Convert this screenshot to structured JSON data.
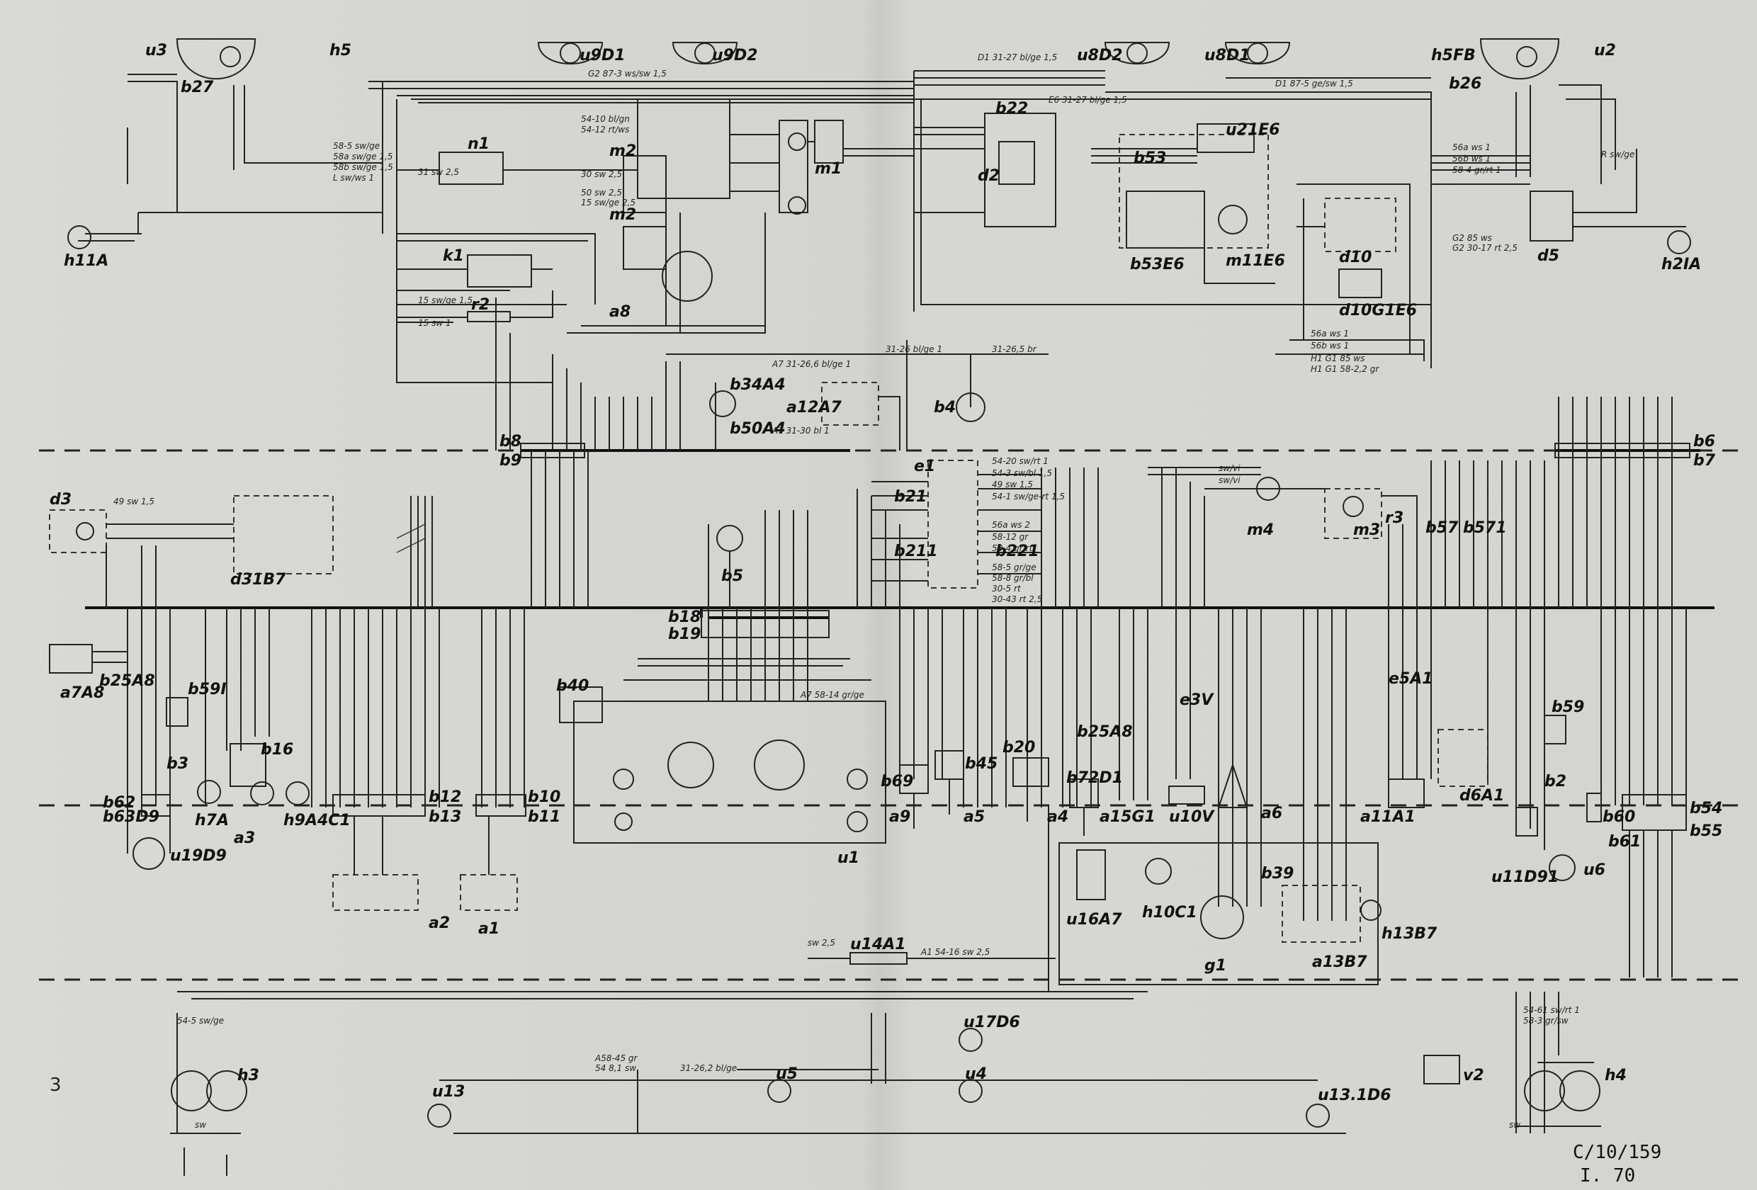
{
  "page_number": "3",
  "drawing_code_line1": "C/10/159",
  "drawing_code_line2": "I. 70",
  "components": {
    "u3": "u3",
    "h5": "h5",
    "b27": "b27",
    "h11A": "h11A",
    "u9D1": "u9D1",
    "u9D2": "u9D2",
    "u8D2": "u8D2",
    "u8D1": "u8D1",
    "h5FB": "h5FB",
    "u2": "u2",
    "b26": "b26",
    "h2IA": "h2IA",
    "n1": "n1",
    "m2a": "m2",
    "m2b": "m2",
    "k1": "k1",
    "r2": "r2",
    "a8": "a8",
    "m1": "m1",
    "d2": "d2",
    "b22": "b22",
    "b53": "b53",
    "b53E6": "b53E6",
    "u21": "u21E6",
    "m11E6": "m11E6",
    "d10": "d10",
    "d10G1E6": "d10G1E6",
    "d5": "d5",
    "b34": "b34A4",
    "b50": "b50A4",
    "a12": "a12A7",
    "b4": "b4",
    "b8": "b8",
    "b9": "b9",
    "b6": "b6",
    "b7": "b7",
    "d3": "d3",
    "d31": "d31B7",
    "e1": "e1",
    "b21": "b21",
    "b211": "b211",
    "b221": "b221",
    "b5": "b5",
    "m4": "m4",
    "m3": "m3",
    "r3": "r3",
    "b57": "b57",
    "b571": "b571",
    "b18": "b18",
    "b19": "b19",
    "a7": "a7A8",
    "b25": "b25A8",
    "b59I": "b59I",
    "b3": "b3",
    "b16": "b16",
    "h7": "h7A",
    "a3": "a3",
    "h9": "h9A4C1",
    "b12": "b12",
    "b13": "b13",
    "b10": "b10",
    "b11": "b11",
    "b40": "b40",
    "b69": "b69",
    "b45": "b45",
    "a9": "a9",
    "a5": "a5",
    "b20": "b20",
    "b72": "b72D1",
    "a4": "a4",
    "b25b": "b25A8",
    "a15": "a15G1",
    "e3": "e3V",
    "u10": "u10V",
    "a6": "a6",
    "e5": "e5A1",
    "d6": "d6A1",
    "a11": "a11A1",
    "b59": "b59",
    "b2": "b2",
    "b60": "b60",
    "b61": "b61",
    "b54": "b54",
    "b55": "b55",
    "u11": "u11D91",
    "u6": "u6",
    "b62": "b62",
    "b63": "b63D9",
    "u19": "u19D9",
    "a2": "a2",
    "a1": "a1",
    "u1": "u1",
    "u16": "u16A7",
    "h10": "h10C1",
    "g1": "g1",
    "b39": "b39",
    "h13": "h13B7",
    "a13": "a13B7",
    "u14": "u14A1",
    "h3": "h3",
    "u13": "u13",
    "u5": "u5",
    "u4": "u4",
    "u17": "u17D6",
    "u131": "u13.1D6",
    "v2": "v2",
    "h4": "h4"
  },
  "wire_labels": {
    "w1": "58-5 sw/ge",
    "w2": "58a sw/ge 1,5",
    "w3": "58b sw/ge 1,5",
    "w4": "L sw/ws 1",
    "w5": "31 sw 2,5",
    "w6": "54-10 bl/gn",
    "w7": "54-12 rt/ws",
    "w8": "30 sw 2,5",
    "w9": "50 sw 2,5",
    "w10": "15 sw/ge 2,5",
    "w11": "15 sw/ge 1,5",
    "w12": "15 sw 1",
    "w13": "A7 31-26,6 bl/ge 1",
    "w14": "31-26 bl/ge 1",
    "w15": "31-26,5 br",
    "w16": "A7 31-30 bl 1",
    "w17": "E6 31-27 bl/ge 1,5",
    "w18": "D1 31-27 bl/ge 1,5",
    "w19": "G2 87-3 ws/sw 1,5",
    "w20": "D1 87-5 ge/sw 1,5",
    "w21": "R sw/ge",
    "w22": "56a ws 1",
    "w23": "56b ws 1",
    "w24": "58-4 gr/rt 1",
    "w25": "G2 85 ws",
    "w26": "G2 30-17 rt 2,5",
    "w27": "56a ws 1",
    "w28": "56b ws 1",
    "w29": "H1 G1 85 ws",
    "w30": "H1 G1 58-2,2 gr",
    "w31": "54-20 sw/rt 1",
    "w32": "54-3 sw/bl 1,5",
    "w33": "49 sw 1,5",
    "w34": "54-1 sw/ge-rt 1,5",
    "w35": "56a ws 2",
    "w36": "58-12 gr",
    "w37": "58-4 gr/rt",
    "w38": "58-5 gr/ge",
    "w39": "58-8 gr/bl",
    "w40": "30-5 rt",
    "w41": "30-43 rt 2,5",
    "w42": "A7 58-14 gr/ge",
    "w43": "sw/vi",
    "w44": "sw/vi",
    "w45": "49 sw 1,5",
    "w46": "sw 2,5",
    "w47": "A1 54-16 sw 2,5",
    "w48": "A58-45 gr",
    "w49": "54 8,1 sw",
    "w50": "31-26,2 bl/ge",
    "w51": "54-61 sw/rt 1",
    "w52": "58-3 gr/sw",
    "w53": "54-5 sw/ge",
    "w54": "sw",
    "w55": "sw"
  }
}
